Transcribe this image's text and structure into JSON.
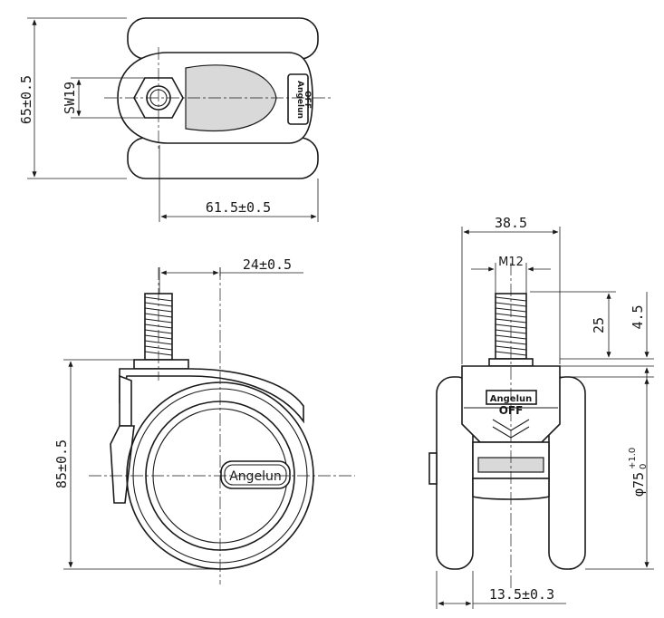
{
  "dimensions": {
    "height_top": "65±0.5",
    "hex_size": "SW19",
    "width_top": "61.5±0.5",
    "offset_side": "24±0.5",
    "height_side": "85±0.5",
    "width_front": "38.5",
    "thread": "M12",
    "stem_length": "25",
    "plate_gap": "4.5",
    "wheel_diameter_symbol": "φ75",
    "wheel_tol_upper": "+1.0",
    "wheel_tol_lower": "0",
    "wheel_width": "13.5±0.3"
  },
  "markings": {
    "brand": "Angelun",
    "brake_off": "OFF"
  }
}
